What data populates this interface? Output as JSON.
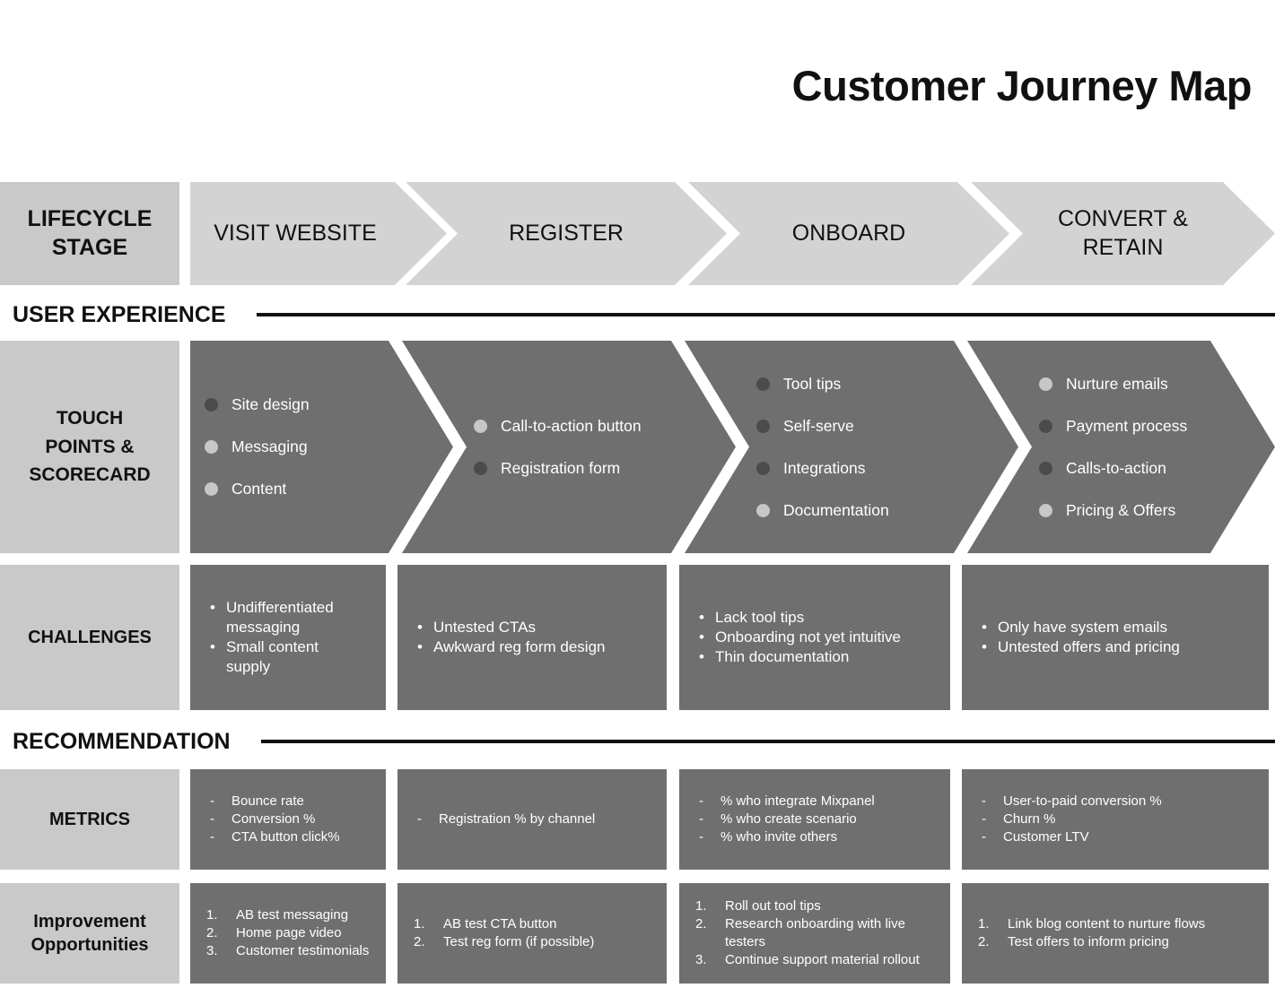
{
  "title": "Customer Journey Map",
  "section_headers": {
    "user_experience": "USER EXPERIENCE",
    "recommendation": "RECOMMENDATION"
  },
  "row_labels": {
    "lifecycle": "LIFECYCLE STAGE",
    "touchpoints": "TOUCH POINTS & SCORECARD",
    "challenges": "CHALLENGES",
    "metrics": "METRICS",
    "improvements": "Improvement Opportunities"
  },
  "stages": [
    {
      "name": "VISIT WEBSITE",
      "touchpoints": [
        {
          "label": "Site design",
          "dot": "dark"
        },
        {
          "label": "Messaging",
          "dot": "light"
        },
        {
          "label": "Content",
          "dot": "light"
        }
      ],
      "challenges": [
        "Undifferentiated messaging",
        "Small content supply"
      ],
      "metrics": [
        "Bounce rate",
        "Conversion %",
        "CTA button click%"
      ],
      "improvements": [
        "AB test messaging",
        "Home page video",
        "Customer testimonials"
      ]
    },
    {
      "name": "REGISTER",
      "touchpoints": [
        {
          "label": "Call-to-action button",
          "dot": "light"
        },
        {
          "label": "Registration form",
          "dot": "dark"
        }
      ],
      "challenges": [
        "Untested CTAs",
        "Awkward reg form design"
      ],
      "metrics": [
        "Registration % by channel"
      ],
      "improvements": [
        "AB test CTA button",
        "Test reg form (if possible)"
      ]
    },
    {
      "name": "ONBOARD",
      "touchpoints": [
        {
          "label": "Tool tips",
          "dot": "dark"
        },
        {
          "label": "Self-serve",
          "dot": "dark"
        },
        {
          "label": "Integrations",
          "dot": "dark"
        },
        {
          "label": "Documentation",
          "dot": "light"
        }
      ],
      "challenges": [
        "Lack tool tips",
        "Onboarding not yet intuitive",
        "Thin documentation"
      ],
      "metrics": [
        "% who integrate Mixpanel",
        "% who create scenario",
        "% who invite others"
      ],
      "improvements": [
        "Roll out tool tips",
        "Research onboarding with live testers",
        "Continue support material rollout"
      ]
    },
    {
      "name": "CONVERT & RETAIN",
      "touchpoints": [
        {
          "label": "Nurture emails",
          "dot": "light"
        },
        {
          "label": "Payment process",
          "dot": "dark"
        },
        {
          "label": "Calls-to-action",
          "dot": "dark"
        },
        {
          "label": "Pricing & Offers",
          "dot": "light"
        }
      ],
      "challenges": [
        "Only have system emails",
        "Untested offers and pricing"
      ],
      "metrics": [
        "User-to-paid conversion %",
        "Churn %",
        "Customer LTV"
      ],
      "improvements": [
        "Link blog content to nurture flows",
        "Test offers to inform pricing"
      ]
    }
  ],
  "colors": {
    "label_bg": "#c9c9c9",
    "stage_arrow_bg": "#d3d3d3",
    "block_bg": "#6f6f6f",
    "dot_dark": "#4b4b4b",
    "dot_light": "#c7c7c7",
    "text_dark": "#111111",
    "text_light": "#ffffff"
  }
}
